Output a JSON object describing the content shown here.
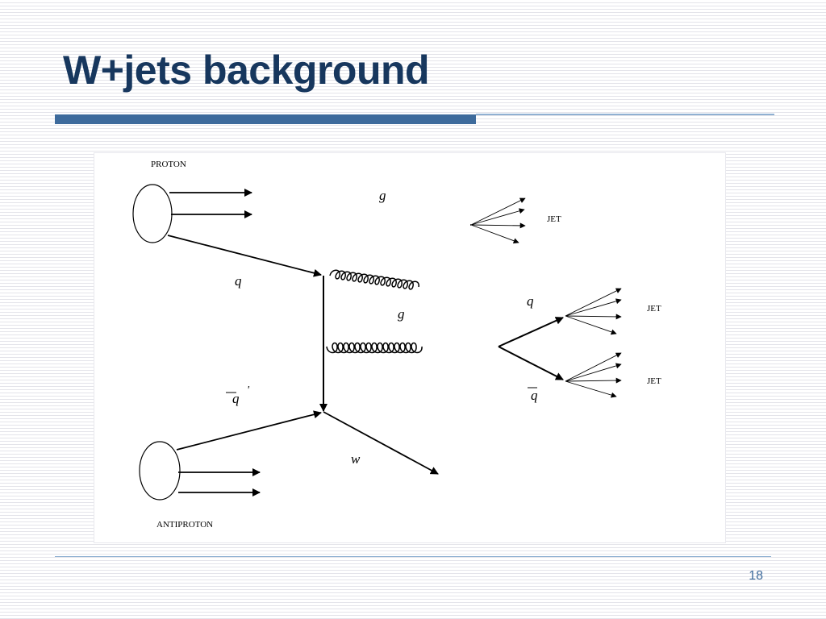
{
  "slide": {
    "title": "W+jets background",
    "page_number": "18"
  },
  "diagram": {
    "labels": {
      "proton": "PROTON",
      "antiproton": "ANTIPROTON",
      "jet_top": "JET",
      "jet_mid": "JET",
      "jet_low": "JET",
      "q_in": "q",
      "qbar_prime": "q",
      "prime_mark": "'",
      "g_top": "g",
      "g_mid": "g",
      "q_out": "q",
      "qbar_out": "q",
      "w": "w"
    }
  }
}
